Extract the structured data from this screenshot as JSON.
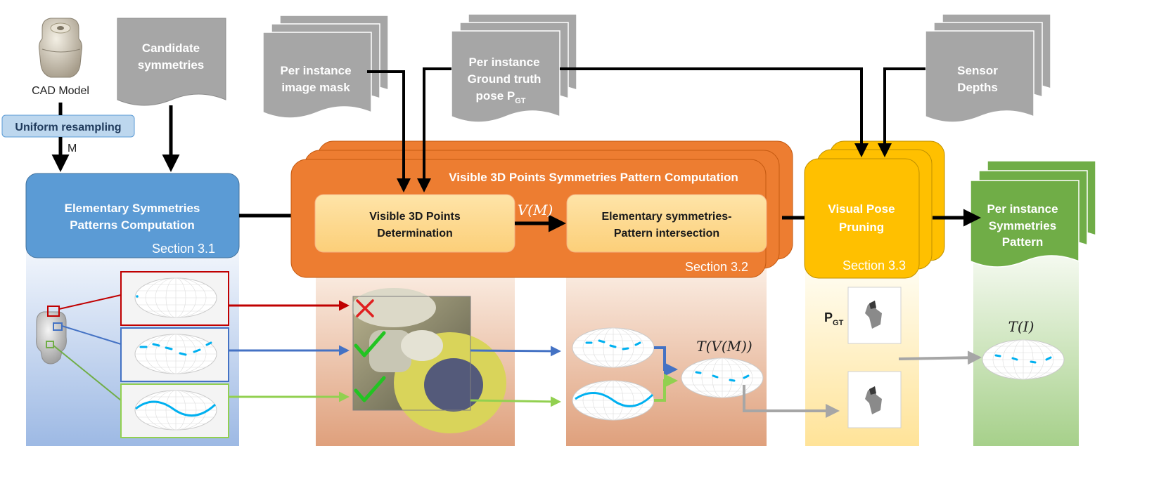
{
  "inputs": {
    "cad_model_label": "CAD Model",
    "candidate_symmetries": [
      "Candidate",
      "symmetries"
    ],
    "image_mask": [
      "Per instance",
      "image mask"
    ],
    "ground_truth": [
      "Per instance",
      "Ground  truth",
      "pose P"
    ],
    "ground_truth_sub": "GT",
    "sensor_depths": [
      "Sensor",
      "Depths"
    ]
  },
  "resampling": {
    "label": "Uniform resampling",
    "output": "M"
  },
  "stage1": {
    "title": [
      "Elementary  Symmetries",
      "Patterns  Computation"
    ],
    "section": "Section 3.1"
  },
  "stage2": {
    "title": "Visible 3D Points Symmetries Pattern Computation",
    "step_a": [
      "Visible  3D Points",
      "Determination"
    ],
    "step_b": [
      "Elementary symmetries-",
      "Pattern intersection"
    ],
    "edge_label": "V(M)",
    "section": "Section 3.2",
    "result_label": "T(V(M))"
  },
  "stage3": {
    "title": [
      "Visual  Pose",
      "Pruning"
    ],
    "section": "Section 3.3",
    "pose_label": "P",
    "pose_sub": "GT"
  },
  "output": {
    "title": [
      "Per instance",
      "Symmetries",
      "Pattern"
    ],
    "result_label": "T(I)"
  },
  "colors": {
    "blue": "#5b9bd5",
    "orange": "#ed7d31",
    "orange_inner": "#fdd98a",
    "yellow": "#ffc000",
    "green": "#70ad47",
    "gray_doc": "#a6a6a6",
    "red_arrow": "#c00000",
    "blue_arrow": "#4472c4",
    "green_arrow": "#92d050",
    "gray_arrow": "#a6a6a6"
  }
}
